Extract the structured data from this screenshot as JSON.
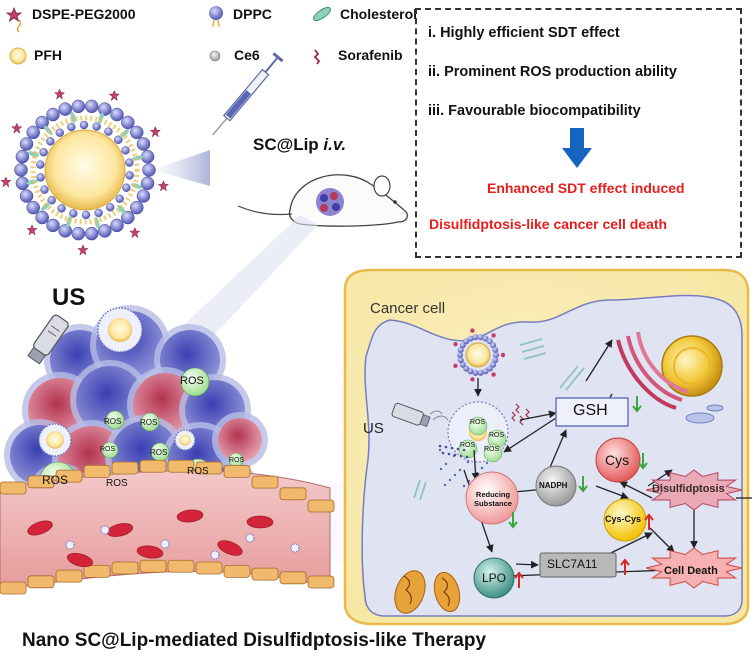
{
  "legend": {
    "dspe": "DSPE-PEG2000",
    "dppc": "DPPC",
    "cholesterol": "Cholesterol",
    "pfh": "PFH",
    "ce6": "Ce6",
    "sorafenib": "Sorafenib"
  },
  "injection_label": "SC@Lip",
  "injection_route": "i.v.",
  "features": [
    "i.  Highly efficient SDT effect",
    "ii. Prominent ROS production ability",
    "iii. Favourable biocompatibility"
  ],
  "outcomes": [
    "Enhanced SDT effect induced",
    "Disulfidptosis-like cancer cell death"
  ],
  "us_label_left": "US",
  "us_label_cell": "US",
  "cell_label": "Cancer cell",
  "ros": "ROS",
  "nodes": {
    "gsh": "GSH",
    "cys": "Cys",
    "nadph": "NADPH",
    "reducing": "Reducing Substance",
    "disulfidptosis": "Disulfidptosis",
    "cyscys": "Cys-Cys",
    "slc7a11": "SLC7A11",
    "lpo": "LPO",
    "celldeath": "Cell Death"
  },
  "bottom_title": "Nano SC@Lip-mediated  Disulfidptosis-like Therapy",
  "colors": {
    "outcome_red": "#e81d1d",
    "arrow_blue": "#1565c0",
    "cell_bg": "#fdf6d3",
    "cell_border": "#e9b94a",
    "up_red": "#d62828",
    "down_green": "#3aa53a"
  }
}
